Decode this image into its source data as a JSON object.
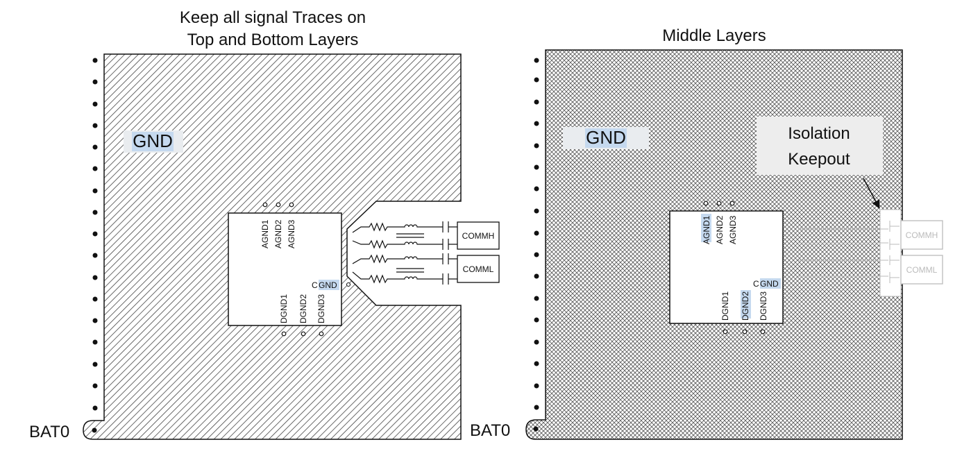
{
  "left_panel": {
    "title_line1": "Keep all signal Traces on",
    "title_line2": "Top and Bottom Layers",
    "gnd_label": "GND",
    "bat_label": "BAT0",
    "chip_pins_top": [
      "AGND1",
      "AGND2",
      "AGND3"
    ],
    "chip_pins_bottom": [
      "DGND1",
      "DGND2",
      "DGND3"
    ],
    "cgnd_prefix": "C",
    "cgnd_suffix": "GND",
    "comm_high": "COMMH",
    "comm_low": "COMML"
  },
  "right_panel": {
    "title": "Middle Layers",
    "gnd_label": "GND",
    "bat_label": "BAT0",
    "keepout_line1": "Isolation",
    "keepout_line2": "Keepout",
    "chip_pins_top": [
      "AGND1",
      "AGND2",
      "AGND3"
    ],
    "chip_pins_bottom": [
      "DGND1",
      "DGND2",
      "DGND3"
    ],
    "cgnd_prefix": "C",
    "cgnd_suffix": "GND",
    "comm_high": "COMMH",
    "comm_low": "COMML"
  },
  "colors": {
    "highlight": "#c5d9ef",
    "label_bg": "#e9ecef",
    "hatch": "#333333"
  }
}
